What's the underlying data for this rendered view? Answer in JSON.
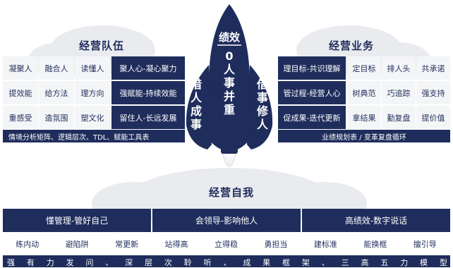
{
  "team": {
    "title": "经营队伍",
    "cells": [
      [
        "凝聚人",
        "融合人",
        "读懂人"
      ],
      [
        "提效能",
        "给方法",
        "理方向"
      ],
      [
        "重感受",
        "造氛围",
        "塑文化"
      ]
    ],
    "highlights": [
      "聚人心-凝心聚力",
      "强赋能-持续效能",
      "留住人-长远发展"
    ],
    "tools": "情境分析矩阵、逻辑层次、TDL、赋能工具表"
  },
  "business": {
    "title": "经营业务",
    "highlights": [
      "理目标-共识理解",
      "管过程-经营人心",
      "促成果-迭代更新"
    ],
    "cells": [
      [
        "定目标",
        "排人头",
        "共承诺"
      ],
      [
        "树典范",
        "巧追踪",
        "强支持"
      ],
      [
        "拿结果",
        "勤复盘",
        "提价值"
      ]
    ],
    "tools": "业绩规划表 / 变革复盘循环"
  },
  "rocket": {
    "top": "绩效",
    "core": [
      "0",
      "人",
      "事",
      "并",
      "重"
    ],
    "left_wing": [
      "借",
      "人",
      "成",
      "事"
    ],
    "right_wing": [
      "借",
      "事",
      "修",
      "人"
    ]
  },
  "self": {
    "title": "经营自我",
    "headers": [
      "懂管理-管好自己",
      "会领导-影响他人",
      "高绩效-数字说话"
    ],
    "items": [
      "练内动",
      "避陷阱",
      "常更新",
      "站得高",
      "立得稳",
      "勇担当",
      "建标准",
      "能换框",
      "擅引导"
    ],
    "footer": [
      "强",
      "有",
      "力",
      "发",
      "问",
      "、",
      "深",
      "层",
      "次",
      "聆",
      "听",
      "、",
      "成",
      "果",
      "框",
      "架",
      "、",
      "三",
      "高",
      "五",
      "力",
      "模",
      "型"
    ]
  },
  "colors": {
    "navy": "#1f2d5c",
    "light": "#f4f5f7",
    "cloud": "#e9ebef"
  }
}
